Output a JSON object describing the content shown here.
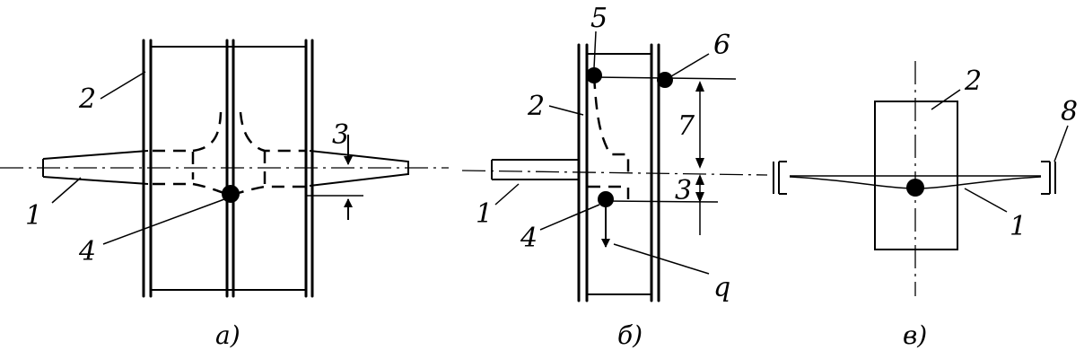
{
  "panel_a": {
    "caption": "а)",
    "labels": {
      "shaft": "1",
      "disk": "2",
      "offset": "3",
      "mass": "4"
    }
  },
  "panel_b": {
    "caption": "б)",
    "labels": {
      "shaft": "1",
      "disk": "2",
      "offset": "3",
      "mass": "4",
      "point5": "5",
      "point6": "6",
      "dimension7": "7",
      "force": "q"
    }
  },
  "panel_c": {
    "caption": "в)",
    "labels": {
      "disk": "2",
      "shaft": "1",
      "bearing": "8"
    }
  }
}
